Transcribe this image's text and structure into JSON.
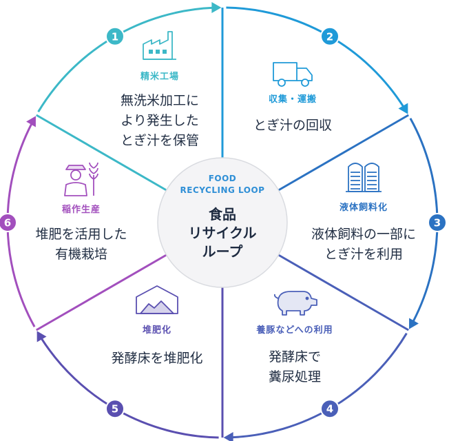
{
  "center": {
    "subtitle": "FOOD\nRECYCLING LOOP",
    "title": "食品\nリサイクル\nループ"
  },
  "steps": [
    {
      "number": "1",
      "category": "精米工場",
      "description": "無洗米加工に\nより発生した\nとぎ汁を保管",
      "icon": "factory-icon",
      "color": "#3cb8c7"
    },
    {
      "number": "2",
      "category": "収集・運搬",
      "description": "とぎ汁の回収",
      "icon": "truck-icon",
      "color": "#1f9ad8"
    },
    {
      "number": "3",
      "category": "液体飼料化",
      "description": "液体飼料の一部に\nとぎ汁を利用",
      "icon": "silo-icon",
      "color": "#2b72c2"
    },
    {
      "number": "4",
      "category": "養豚などへの利用",
      "description": "発酵床で\n糞尿処理",
      "icon": "pig-icon",
      "color": "#4a5fb8"
    },
    {
      "number": "5",
      "category": "堆肥化",
      "description": "発酵床を堆肥化",
      "icon": "compost-barn-icon",
      "color": "#5a4fb0"
    },
    {
      "number": "6",
      "category": "稲作生産",
      "description": "堆肥を活用した\n有機栽培",
      "icon": "farmer-icon",
      "color": "#a24fbd"
    }
  ]
}
